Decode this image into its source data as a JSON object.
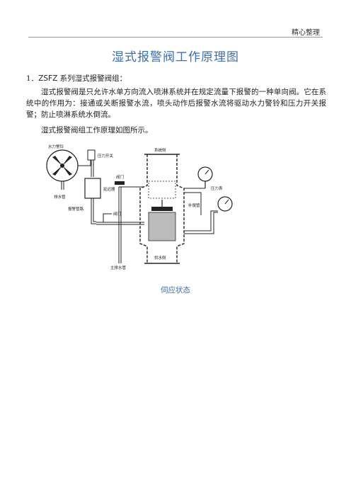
{
  "header": {
    "note": "精心整理"
  },
  "title": "湿式报警阀工作原理图",
  "section": {
    "number": "1．",
    "heading": "ZSFZ 系列湿式报警阀组："
  },
  "paragraphs": [
    "湿式报警阀是只允许水单方向流入喷淋系统并在规定流量下报警的一种单向阀。它在系统中的作用为：接通或关断报警水流，喷头动作后报警水流将驱动水力警铃和压力开关报警；防止喷淋系统水倒流。",
    "湿式报警阀组工作原理如图所示。"
  ],
  "diagram": {
    "labels": {
      "water_bell": "水力警铃",
      "pressure_switch": "压力开关",
      "drain_pipe": "排水管",
      "delay_device": "延迟器",
      "alarm_pipe": "报警管路",
      "valve_top": "阀门",
      "valve_mid": "阀门",
      "system_side": "系统侧",
      "pressure_gauge": "压力表",
      "trim_pipe": "补偿管",
      "main_drain": "主排水管",
      "supply_side": "供水侧"
    }
  },
  "caption": "伺应状态"
}
